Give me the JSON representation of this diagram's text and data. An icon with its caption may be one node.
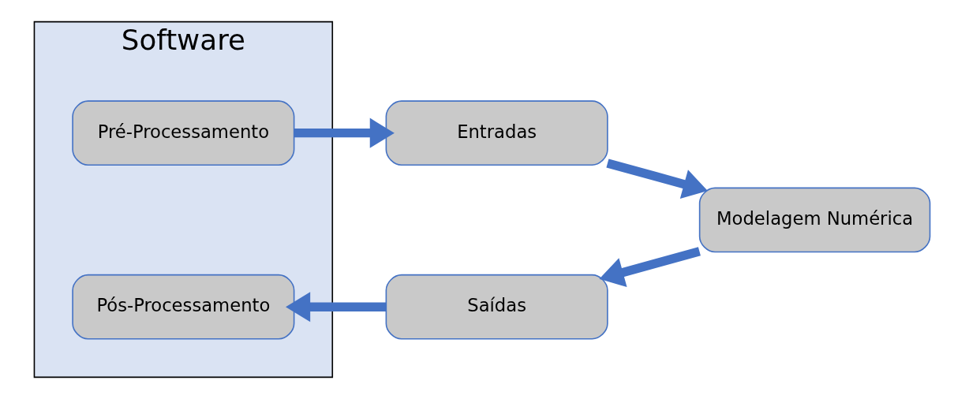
{
  "diagram": {
    "nodes": [
      {
        "text": [
          "Software"
        ]
      },
      {
        "text": [
          "Pré-Processamento"
        ],
        "in": 0
      },
      {
        "text": [
          "Entradas"
        ]
      },
      {
        "text": [
          "Modelagem Numérica"
        ]
      },
      {
        "text": [
          "Saídas"
        ]
      },
      {
        "text": [
          "Pós-Processamento"
        ],
        "in": 0
      }
    ],
    "edges": [
      {
        "from": 1,
        "to": 2,
        "arrow": "to"
      },
      {
        "from": 2,
        "to": 3,
        "arrow": "to"
      },
      {
        "from": 3,
        "to": 4,
        "arrow": "to"
      },
      {
        "from": 4,
        "to": 5,
        "arrow": "to"
      }
    ]
  }
}
